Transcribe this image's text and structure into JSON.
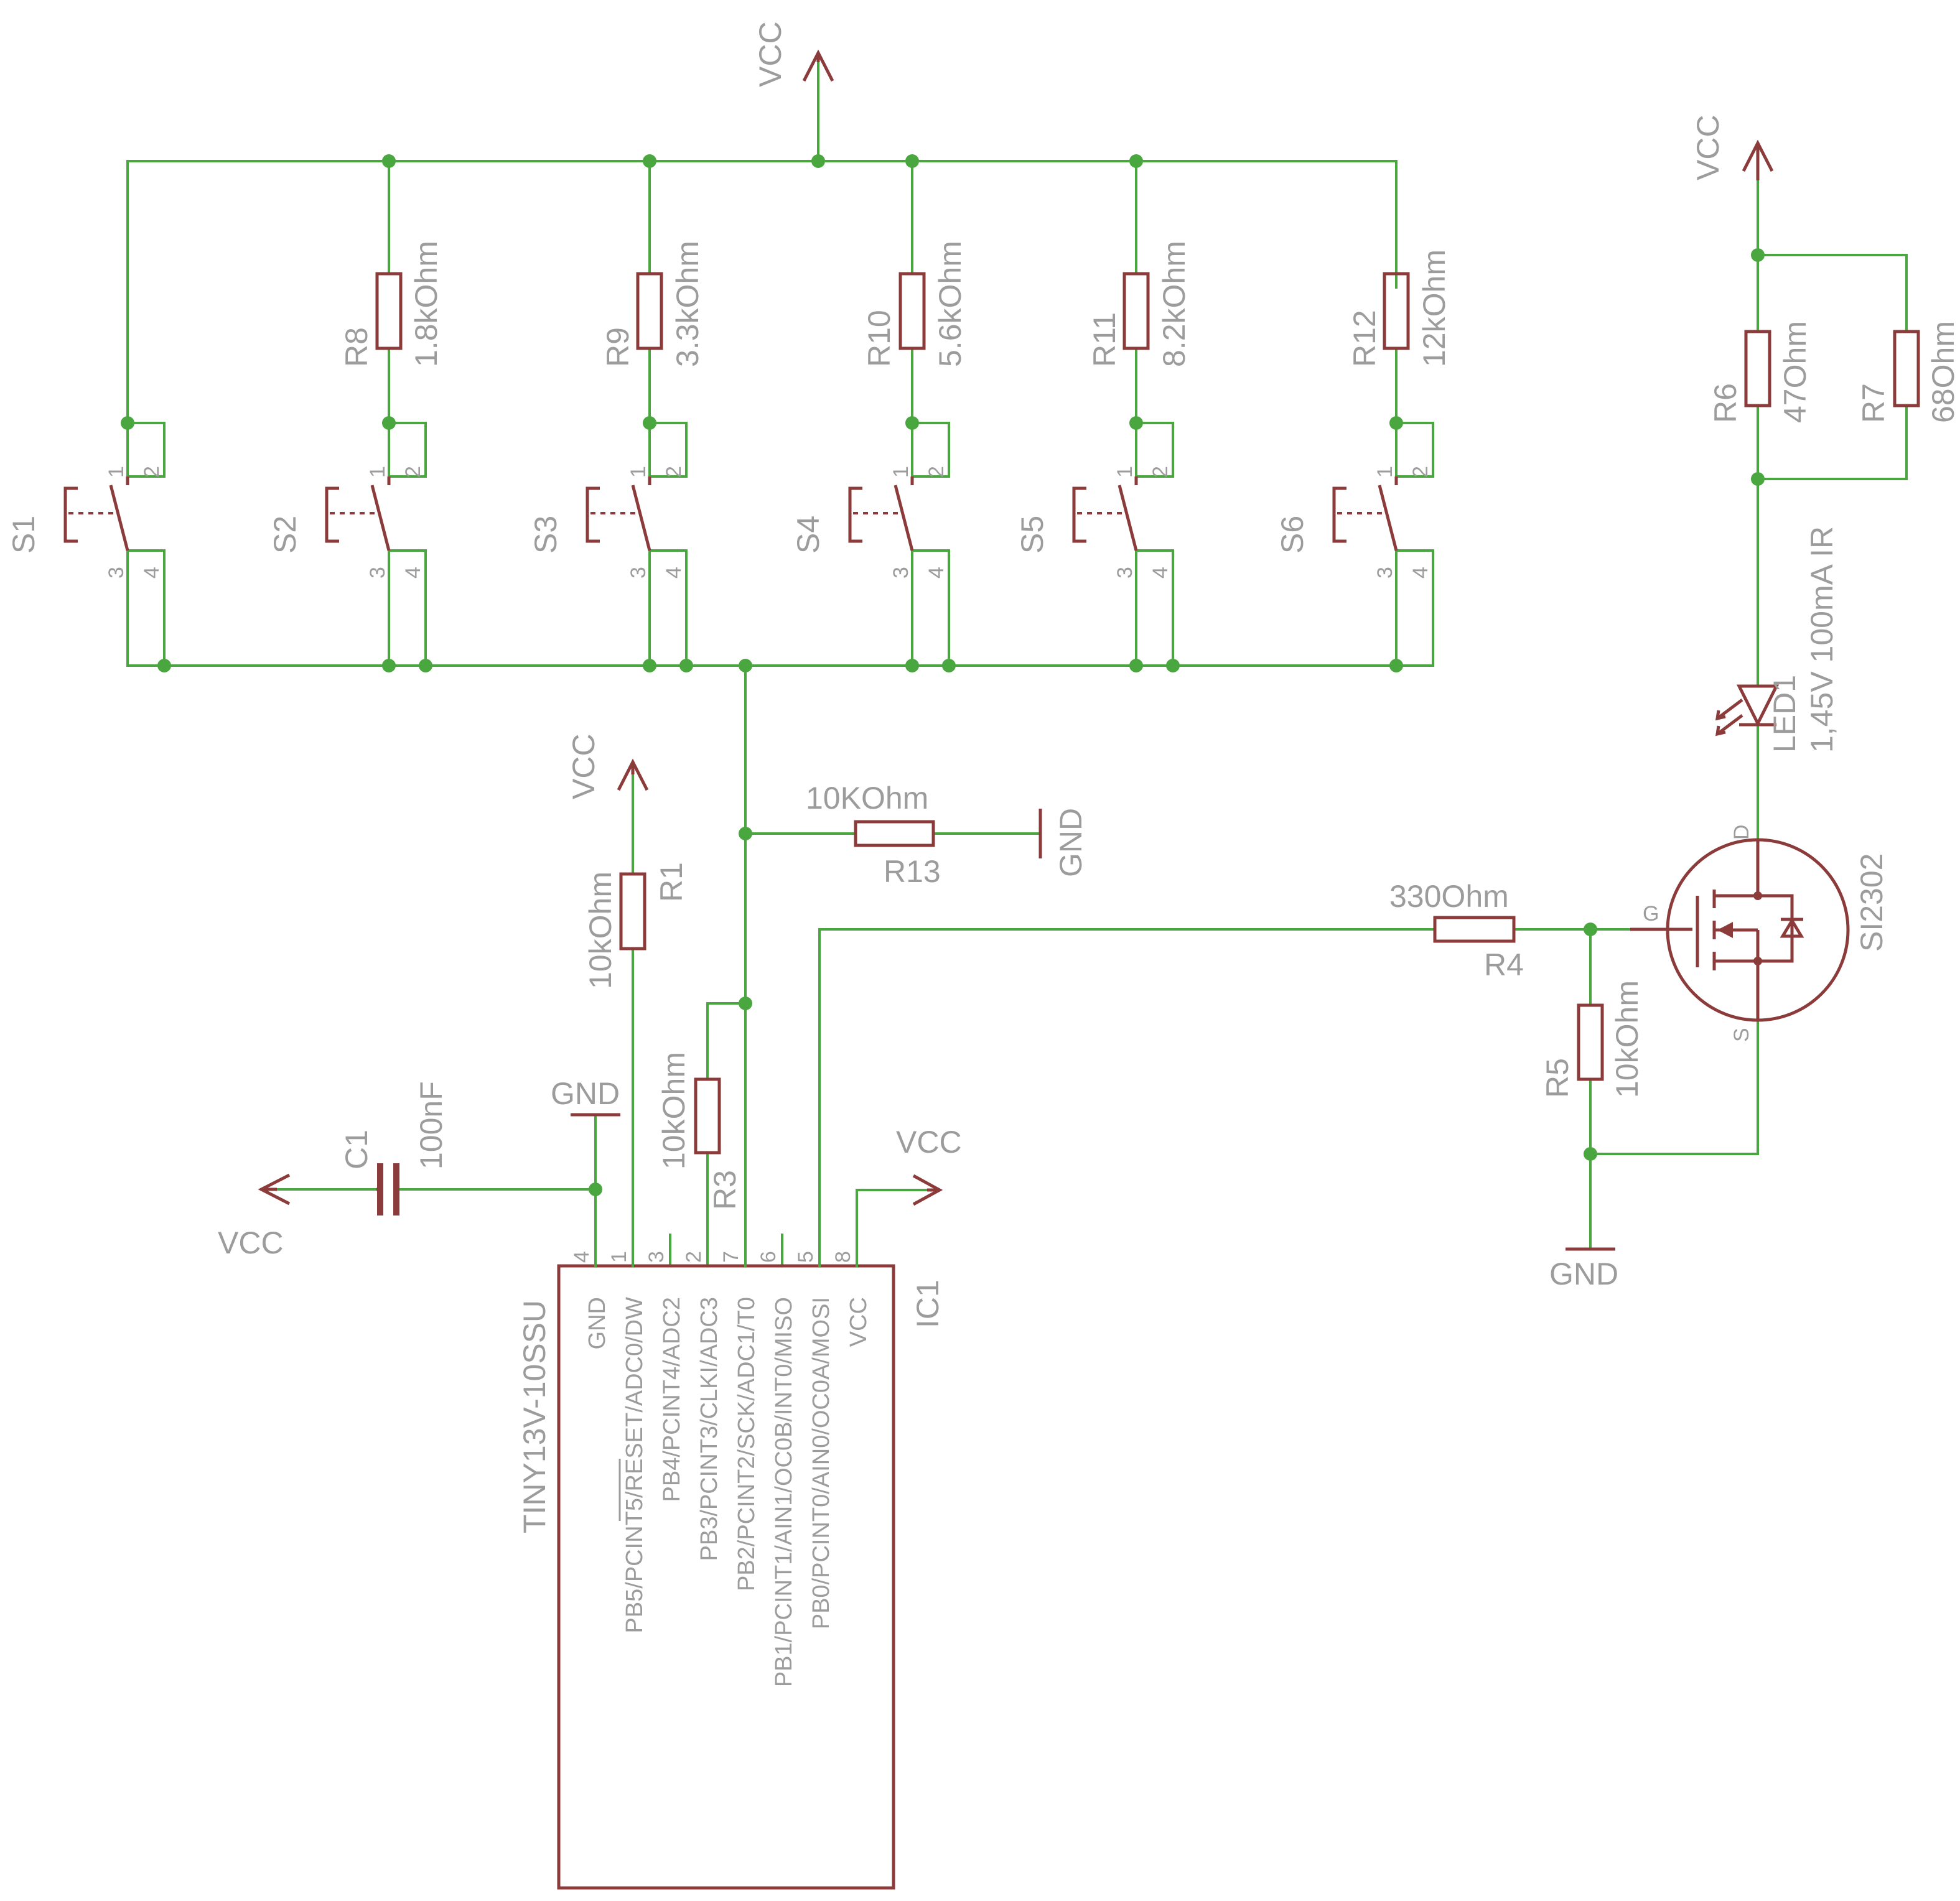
{
  "net_labels": {
    "vcc": "VCC",
    "gnd": "GND"
  },
  "switches": [
    {
      "ref": "S1",
      "pins": [
        "1",
        "2",
        "3",
        "4"
      ]
    },
    {
      "ref": "S2",
      "pins": [
        "1",
        "2",
        "3",
        "4"
      ]
    },
    {
      "ref": "S3",
      "pins": [
        "1",
        "2",
        "3",
        "4"
      ]
    },
    {
      "ref": "S4",
      "pins": [
        "1",
        "2",
        "3",
        "4"
      ]
    },
    {
      "ref": "S5",
      "pins": [
        "1",
        "2",
        "3",
        "4"
      ]
    },
    {
      "ref": "S6",
      "pins": [
        "1",
        "2",
        "3",
        "4"
      ]
    }
  ],
  "ladder_resistors": [
    {
      "ref": "R8",
      "value": "1.8kOhm"
    },
    {
      "ref": "R9",
      "value": "3.3kOhm"
    },
    {
      "ref": "R10",
      "value": "5.6kOhm"
    },
    {
      "ref": "R11",
      "value": "8.2kOhm"
    },
    {
      "ref": "R12",
      "value": "12kOhm"
    }
  ],
  "r1": {
    "ref": "R1",
    "value": "10kOhm"
  },
  "r3": {
    "ref": "R3",
    "value": "10kOhm"
  },
  "r13": {
    "ref": "R13",
    "value": "10KOhm"
  },
  "r4": {
    "ref": "R4",
    "value": "330Ohm"
  },
  "r5": {
    "ref": "R5",
    "value": "10kOhm"
  },
  "r6": {
    "ref": "R6",
    "value": "47Ohm"
  },
  "r7": {
    "ref": "R7",
    "value": "68Ohm"
  },
  "c1": {
    "ref": "C1",
    "value": "100nF"
  },
  "led1": {
    "ref": "LED1",
    "value": "1,45V 100mA IR"
  },
  "q1": {
    "part": "SI2302",
    "pins": {
      "gate": "G",
      "drain": "D",
      "source": "S"
    }
  },
  "ic1": {
    "ref": "IC1",
    "part": "TINY13V-10SSU",
    "pins": [
      {
        "num": "4",
        "name": "GND"
      },
      {
        "num": "1",
        "name": "PB5/PCINT5/RESET/ADC0/DW"
      },
      {
        "num": "3",
        "name": "PB4/PCINT4/ADC2"
      },
      {
        "num": "2",
        "name": "PB3/PCINT3/CLKI/ADC3"
      },
      {
        "num": "7",
        "name": "PB2/PCINT2/SCK/ADC1/T0"
      },
      {
        "num": "6",
        "name": "PB1/PCINT1/AIN1/OC0B/INT0/MISO"
      },
      {
        "num": "5",
        "name": "PB0/PCINT0/AIN0/OC0A/MOSI"
      },
      {
        "num": "8",
        "name": "VCC"
      }
    ]
  },
  "colors": {
    "wire": "#4aa63f",
    "part": "#8c3b3b",
    "text": "#9c9c9c"
  }
}
